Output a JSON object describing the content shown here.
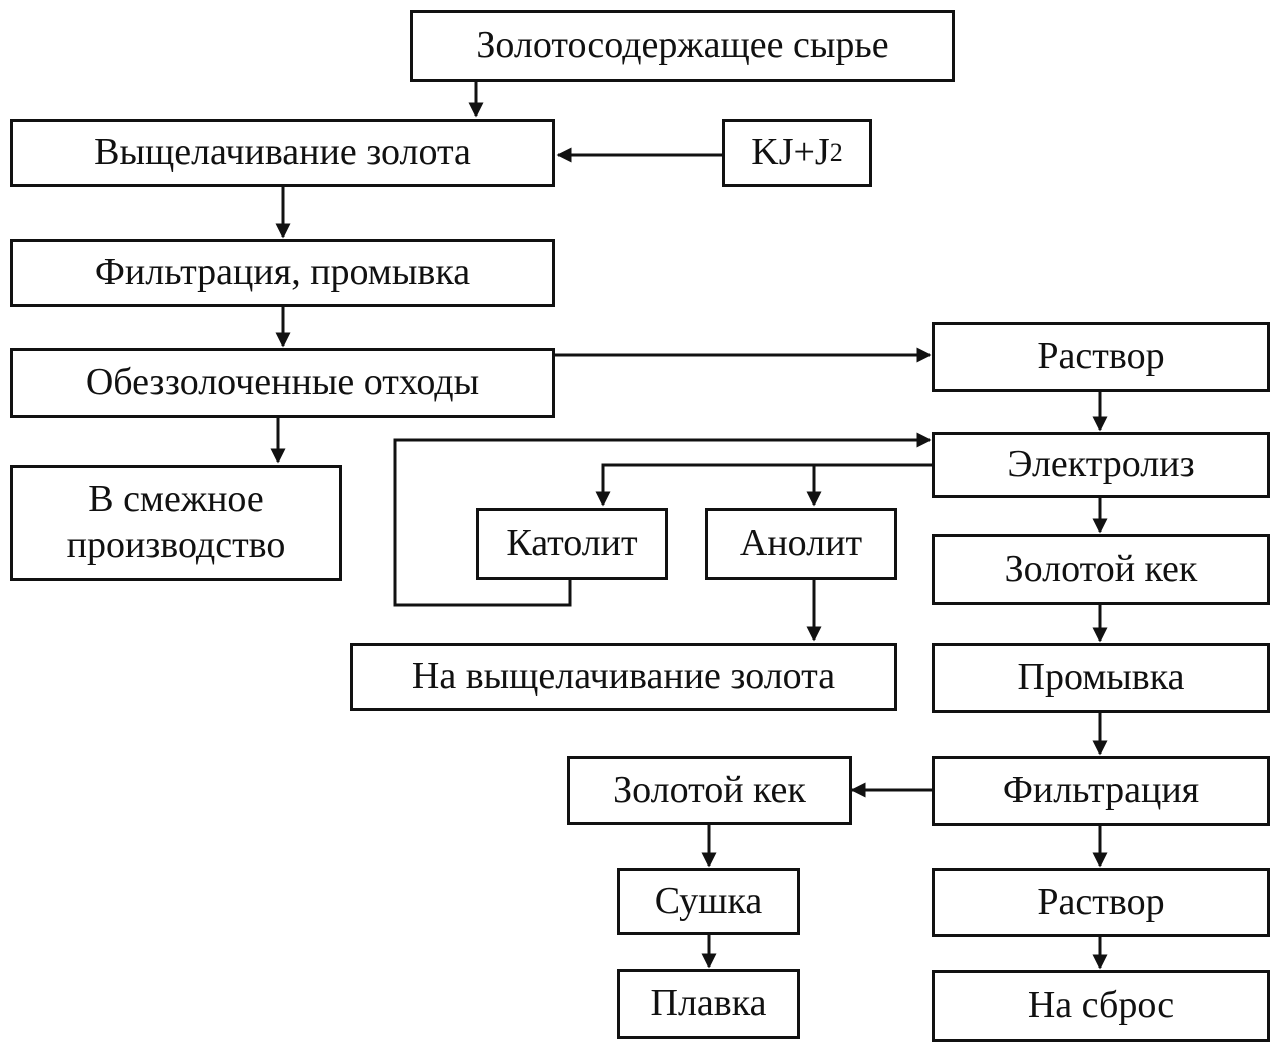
{
  "diagram": {
    "raw": "Золотосодержащее сырье",
    "leach": "Выщелачивание золота",
    "reagent": {
      "main": "KJ+J",
      "sub": "2"
    },
    "filter_wash": "Фильтрация, промывка",
    "waste": "Обеззолоченные отходы",
    "adjacent": {
      "line1": "В смежное",
      "line2": "производство"
    },
    "solution1": "Раствор",
    "electrolysis": "Электролиз",
    "catholyte": "Католит",
    "anolyte": "Анолит",
    "to_leach": "На выщелачивание золота",
    "gold_cake1": "Золотой кек",
    "wash": "Промывка",
    "filtration": "Фильтрация",
    "gold_cake2": "Золотой кек",
    "drying": "Сушка",
    "smelting": "Плавка",
    "solution2": "Раствор",
    "discharge": "На сброс"
  },
  "colors": {
    "ink": "#111111",
    "background": "#ffffff"
  }
}
